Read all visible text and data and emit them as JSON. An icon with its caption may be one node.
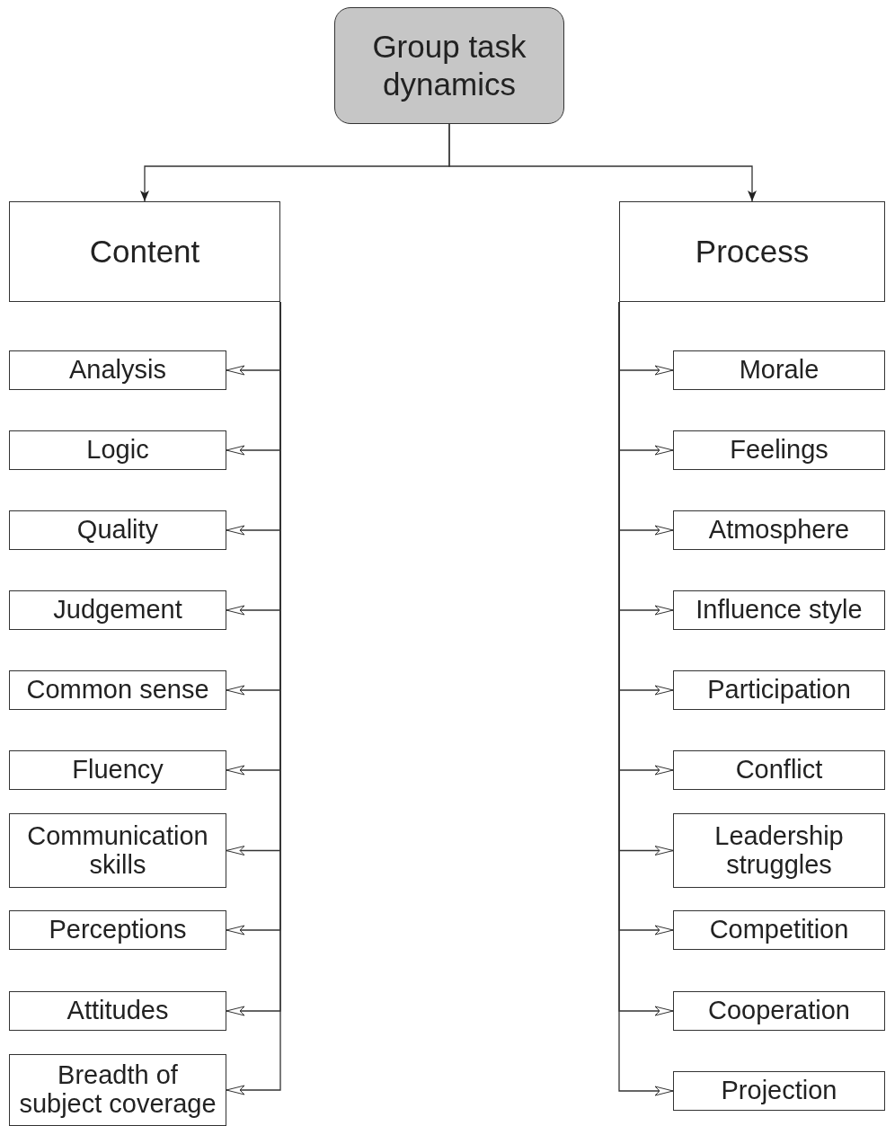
{
  "diagram": {
    "nodes": [
      {
        "text": [
          "Group task dynamics"
        ]
      },
      {
        "text": [
          "Content"
        ]
      },
      {
        "text": [
          "Process"
        ]
      },
      {
        "text": [
          "Analysis"
        ]
      },
      {
        "text": [
          "Logic"
        ]
      },
      {
        "text": [
          "Quality"
        ]
      },
      {
        "text": [
          "Judgement"
        ]
      },
      {
        "text": [
          "Common sense"
        ]
      },
      {
        "text": [
          "Fluency"
        ]
      },
      {
        "text": [
          "Communication skills"
        ]
      },
      {
        "text": [
          "Perceptions"
        ]
      },
      {
        "text": [
          "Attitudes"
        ]
      },
      {
        "text": [
          "Breadth of subject coverage"
        ]
      },
      {
        "text": [
          "Morale"
        ]
      },
      {
        "text": [
          "Feelings"
        ]
      },
      {
        "text": [
          "Atmosphere"
        ]
      },
      {
        "text": [
          "Influence style"
        ]
      },
      {
        "text": [
          "Participation"
        ]
      },
      {
        "text": [
          "Conflict"
        ]
      },
      {
        "text": [
          "Leadership struggles"
        ]
      },
      {
        "text": [
          "Competition"
        ]
      },
      {
        "text": [
          "Cooperation"
        ]
      },
      {
        "text": [
          "Projection"
        ]
      }
    ],
    "edges": [
      {
        "from": 0,
        "to": 1,
        "arrow": "to"
      },
      {
        "from": 0,
        "to": 2,
        "arrow": "to"
      },
      {
        "from": 1,
        "to": 3,
        "arrow": "to"
      },
      {
        "from": 1,
        "to": 4,
        "arrow": "to"
      },
      {
        "from": 1,
        "to": 5,
        "arrow": "to"
      },
      {
        "from": 1,
        "to": 6,
        "arrow": "to"
      },
      {
        "from": 1,
        "to": 7,
        "arrow": "to"
      },
      {
        "from": 1,
        "to": 8,
        "arrow": "to"
      },
      {
        "from": 1,
        "to": 9,
        "arrow": "to"
      },
      {
        "from": 1,
        "to": 10,
        "arrow": "to"
      },
      {
        "from": 1,
        "to": 11,
        "arrow": "to"
      },
      {
        "from": 1,
        "to": 12,
        "arrow": "to"
      },
      {
        "from": 2,
        "to": 13,
        "arrow": "to"
      },
      {
        "from": 2,
        "to": 14,
        "arrow": "to"
      },
      {
        "from": 2,
        "to": 15,
        "arrow": "to"
      },
      {
        "from": 2,
        "to": 16,
        "arrow": "to"
      },
      {
        "from": 2,
        "to": 17,
        "arrow": "to"
      },
      {
        "from": 2,
        "to": 18,
        "arrow": "to"
      },
      {
        "from": 2,
        "to": 19,
        "arrow": "to"
      },
      {
        "from": 2,
        "to": 20,
        "arrow": "to"
      },
      {
        "from": 2,
        "to": 21,
        "arrow": "to"
      },
      {
        "from": 2,
        "to": 22,
        "arrow": "to"
      }
    ]
  }
}
